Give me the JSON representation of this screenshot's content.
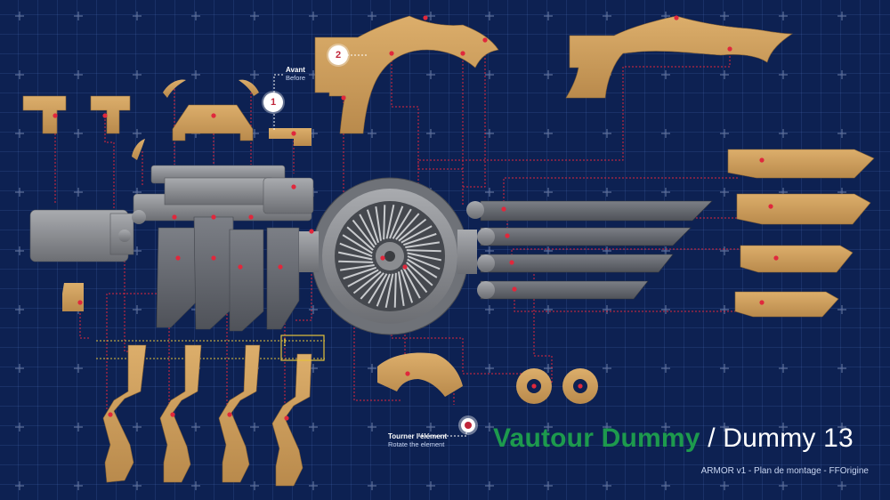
{
  "steps": [
    {
      "number": "1",
      "label_fr": "Avant",
      "label_en": "Before"
    },
    {
      "number": "2"
    }
  ],
  "rotate_note": {
    "label_fr": "Tourner l'élément",
    "label_en": "Rotate the element"
  },
  "title": {
    "name_green": "Vautour Dummy",
    "separator": "/",
    "name_white": "Dummy 13"
  },
  "subtitle": "ARMOR v1 - Plan de montage - FFOrigine",
  "colors": {
    "background": "#0d2152",
    "part_tan": "#d2a25f",
    "metal_grey": "#8a8c90",
    "guide_red": "#e0283c",
    "accent_green": "#1d9a4d"
  },
  "icons": [
    "plus-marker-icon",
    "step-badge-icon",
    "rotate-target-icon",
    "warning-icon"
  ]
}
